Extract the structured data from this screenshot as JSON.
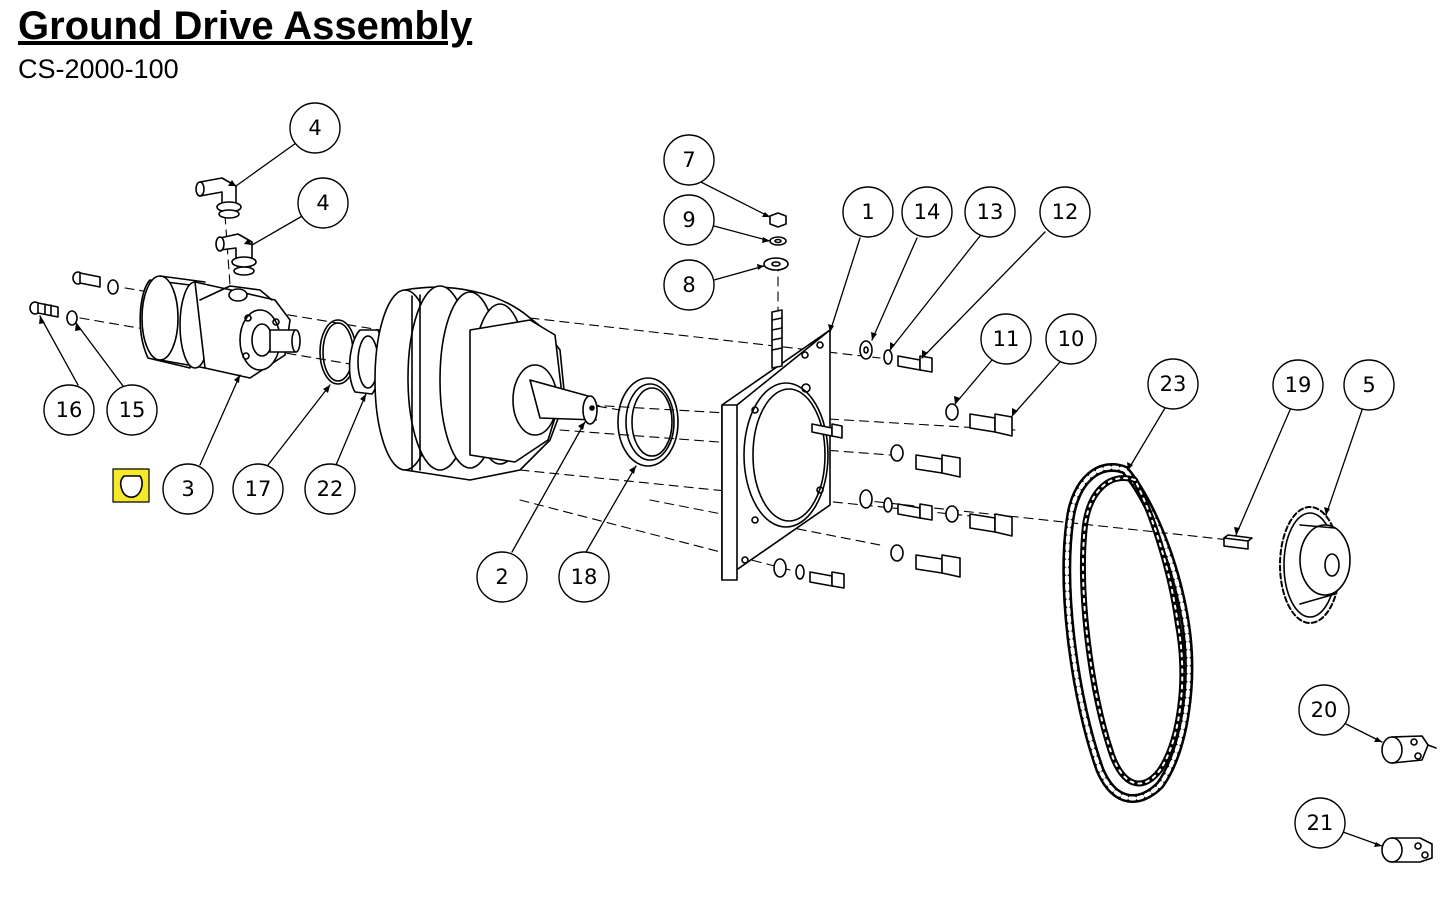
{
  "header": {
    "title": "Ground Drive Assembly",
    "subtitle": "CS-2000-100"
  },
  "callouts": [
    {
      "label": "1"
    },
    {
      "label": "2"
    },
    {
      "label": "3"
    },
    {
      "label": "4"
    },
    {
      "label": "4"
    },
    {
      "label": "5"
    },
    {
      "label": "7"
    },
    {
      "label": "8"
    },
    {
      "label": "9"
    },
    {
      "label": "10"
    },
    {
      "label": "11"
    },
    {
      "label": "12"
    },
    {
      "label": "13"
    },
    {
      "label": "14"
    },
    {
      "label": "15"
    },
    {
      "label": "16"
    },
    {
      "label": "17"
    },
    {
      "label": "18"
    },
    {
      "label": "19"
    },
    {
      "label": "20"
    },
    {
      "label": "21"
    },
    {
      "label": "22"
    },
    {
      "label": "23"
    }
  ],
  "colors": {
    "highlight": "#f5ea2a",
    "line": "#000000"
  }
}
